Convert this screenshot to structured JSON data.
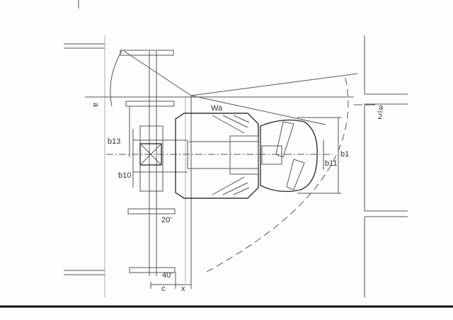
{
  "labels": {
    "a_num": "a",
    "a_den": "2",
    "wa": "Wa",
    "b13": "b13",
    "b10": "b10",
    "b1": "b1",
    "b11": "b11",
    "pallet_20": "20'",
    "pallet_40": "40'",
    "c": "c",
    "x": "x"
  }
}
